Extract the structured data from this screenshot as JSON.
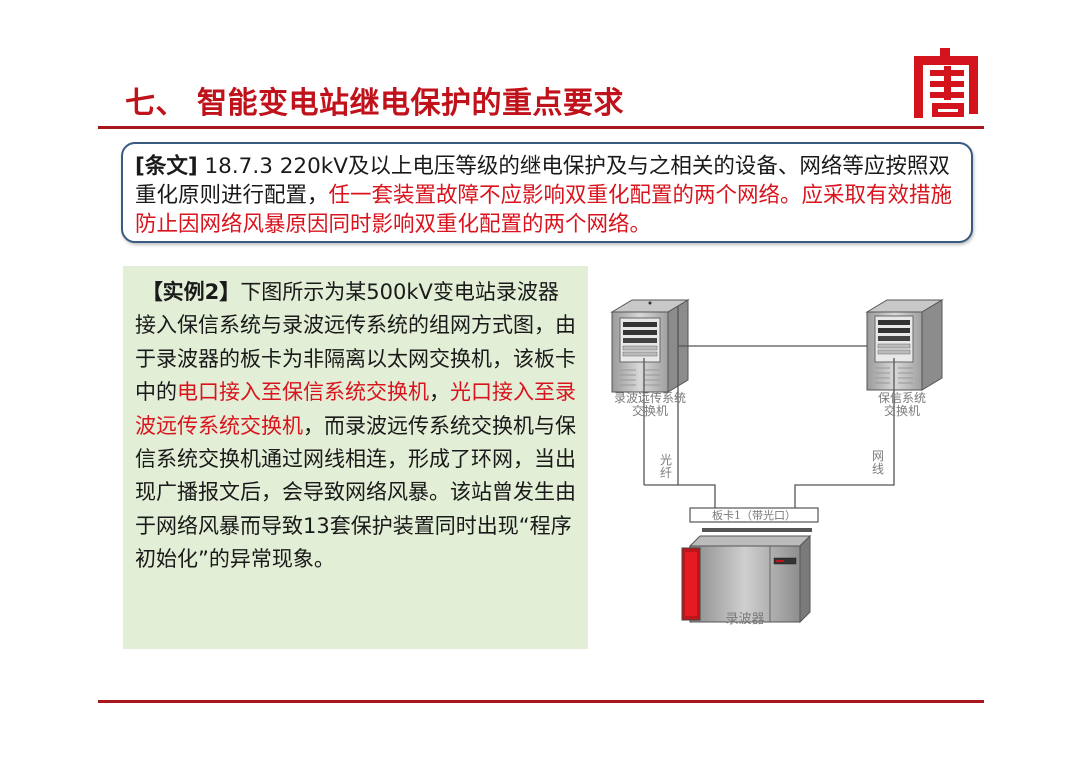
{
  "slide": {
    "title": "七、 智能变电站继电保护的重点要求",
    "logo_icon": "tang-logo-icon",
    "accent_color": "#c0121b",
    "rule_color": "#a8151c",
    "clause_border_color": "#3a5a80",
    "example_bg_color": "#e2eed6"
  },
  "clause": {
    "label": "[条文]",
    "number": " 18.7.3  ",
    "text_normal": "220kV及以上电压等级的继电保护及与之相关的设备、网络等应按照双重化原则进行配置，",
    "text_red": "任一套装置故障不应影响双重化配置的两个网络。应采取有效措施防止因网络风暴原因同时影响双重化配置的两个网络。"
  },
  "example": {
    "label": "【实例2】",
    "text_1": "下图所示为某500kV变电站录波器接入保信系统与录波远传系统的组网方式图，由于录波器的板卡为非隔离以太网交换机，该板卡中的",
    "text_red_1": "电口接入至保信系统交换机",
    "sep": "，",
    "text_red_2": "光口接入至录波远传系统交换机",
    "text_2": "，而录波远传系统交换机与保信系统交换机通过网线相连，形成了环网，当出现广播报文后，会导致网络风暴。该站曾发生由于网络风暴而导致13套保护装置同时出现“程序初始化”的异常现象。"
  },
  "diagram": {
    "left_switch_label_1": "录波远传系统",
    "left_switch_label_2": "交换机",
    "right_switch_label_1": "保信系统",
    "right_switch_label_2": "交换机",
    "fiber_label_1": "光",
    "fiber_label_2": "纤",
    "cable_label_1": "网",
    "cable_label_2": "线",
    "card_label": "板卡1（带光口）",
    "recorder_label": "录波器"
  }
}
